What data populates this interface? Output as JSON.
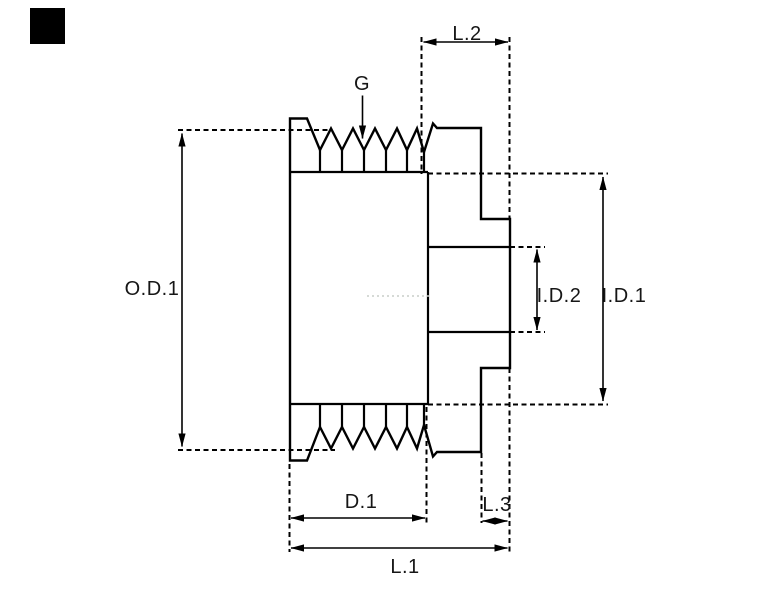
{
  "diagram": {
    "title": "pulley cross-section technical drawing",
    "labels": {
      "g": "G",
      "l2": "L.2",
      "od1": "O.D.1",
      "id2": "I.D.2",
      "id1": "I.D.1",
      "d1": "D.1",
      "l3": "L.3",
      "l1": "L.1"
    },
    "colors": {
      "line": "#000000",
      "text": "#161616",
      "background": "#ffffff",
      "centerline": "#c9cec9",
      "corner_mark": "#000000"
    }
  }
}
